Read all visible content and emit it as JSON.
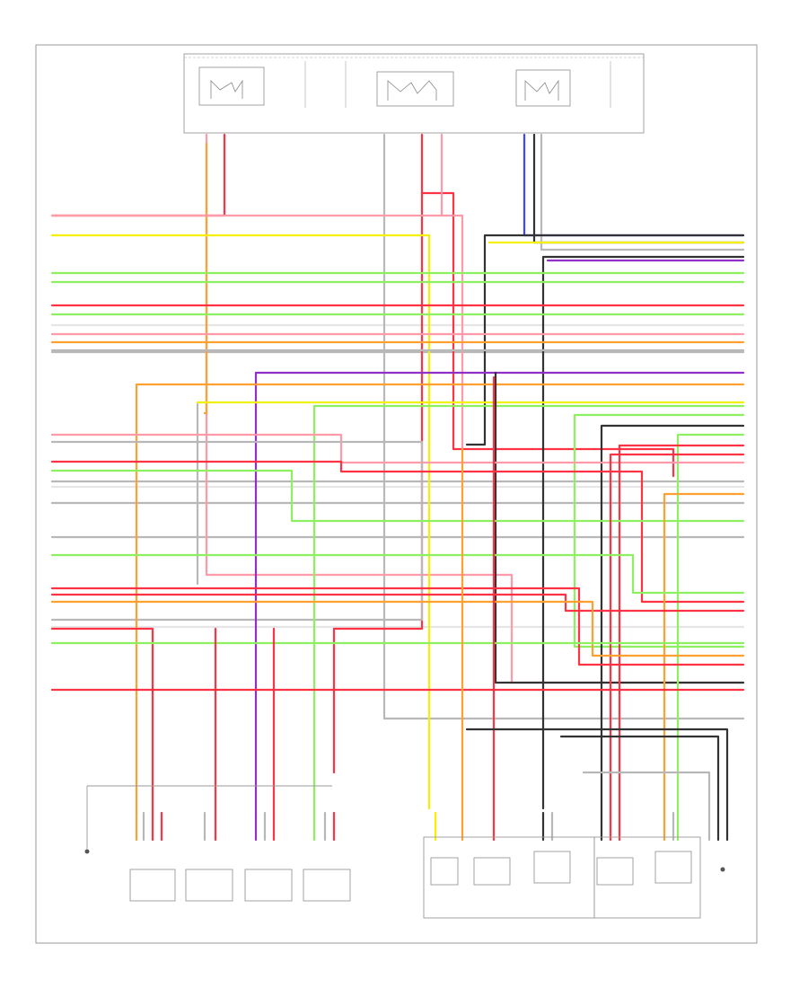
{
  "footer_code": "",
  "colors": {
    "red": "#ff3344",
    "pink": "#ff9aa8",
    "yellow": "#f4f000",
    "orange": "#ffa030",
    "green": "#8cf060",
    "purple": "#9030c8",
    "blue": "#3a46ff",
    "black": "#333333",
    "gray": "#b8b8b8",
    "white": "#e6e6e6"
  },
  "relay_box": {
    "title_segments": [
      "",
      "",
      ""
    ],
    "relays": [
      {
        "label": ""
      },
      {
        "label": ""
      },
      {
        "label": ""
      }
    ]
  },
  "left_rows": [
    {
      "label": "",
      "color": "red"
    },
    {
      "label": "",
      "color": "pink"
    },
    {
      "label": "",
      "color": "yellow"
    },
    {
      "label": "",
      "color": "green"
    },
    {
      "label": "",
      "color": "green"
    },
    {
      "label": "",
      "color": "red"
    },
    {
      "label": "",
      "color": "green"
    },
    {
      "label": "",
      "color": "pink"
    },
    {
      "label": "",
      "color": "orange"
    },
    {
      "label": "",
      "color": "gray"
    },
    {
      "label": "",
      "color": "pink"
    },
    {
      "label": "",
      "color": "gray"
    },
    {
      "label": "",
      "color": "red"
    },
    {
      "label": "",
      "color": "green"
    },
    {
      "label": "",
      "color": "gray"
    },
    {
      "label": "",
      "color": "gray"
    },
    {
      "label": "",
      "color": "gray"
    },
    {
      "label": "",
      "color": "green"
    },
    {
      "label": "",
      "color": "pink"
    },
    {
      "label": "",
      "color": "red"
    },
    {
      "label": "",
      "color": "orange"
    },
    {
      "label": "",
      "color": "gray"
    },
    {
      "label": "",
      "color": "gray"
    },
    {
      "label": "",
      "color": "red"
    },
    {
      "label": "",
      "color": "green"
    },
    {
      "label": "",
      "color": "red"
    }
  ],
  "right_rows": [
    {
      "label": "",
      "color": "black"
    },
    {
      "label": "",
      "color": "yellow"
    },
    {
      "label": "",
      "color": "black"
    },
    {
      "label": "",
      "color": "purple"
    },
    {
      "label": "",
      "color": "green"
    },
    {
      "label": "",
      "color": "green"
    },
    {
      "label": "",
      "color": "red"
    },
    {
      "label": "",
      "color": "green"
    },
    {
      "label": "",
      "color": "red"
    },
    {
      "label": "",
      "color": "orange"
    },
    {
      "label": "",
      "color": "gray"
    },
    {
      "label": "",
      "color": "purple"
    },
    {
      "label": "",
      "color": "orange"
    },
    {
      "label": "",
      "color": "yellow"
    },
    {
      "label": "",
      "color": "green"
    },
    {
      "label": "",
      "color": "black"
    },
    {
      "label": "",
      "color": "red"
    },
    {
      "label": "",
      "color": "red"
    },
    {
      "label": "",
      "color": "red"
    },
    {
      "label": "",
      "color": "red"
    },
    {
      "label": "",
      "color": "gray"
    },
    {
      "label": "",
      "color": "orange"
    },
    {
      "label": "",
      "color": "gray"
    },
    {
      "label": "",
      "color": "yellow"
    },
    {
      "label": "",
      "color": "black"
    },
    {
      "label": "",
      "color": "gray"
    },
    {
      "label": "",
      "color": "green"
    },
    {
      "label": "",
      "color": "red"
    },
    {
      "label": "",
      "color": "gray"
    },
    {
      "label": "",
      "color": "green"
    },
    {
      "label": "",
      "color": "red"
    },
    {
      "label": "",
      "color": "red"
    },
    {
      "label": "",
      "color": "red"
    },
    {
      "label": "",
      "color": "red"
    },
    {
      "label": "",
      "color": "gray"
    }
  ],
  "bottom_components": [
    {
      "label": ""
    },
    {
      "label": ""
    },
    {
      "label": ""
    },
    {
      "label": ""
    },
    {
      "label": ""
    },
    {
      "label": ""
    },
    {
      "label": ""
    },
    {
      "label": ""
    },
    {
      "label": ""
    },
    {
      "label": ""
    },
    {
      "label": ""
    }
  ],
  "group_labels": [
    {
      "label": ""
    },
    {
      "label": ""
    }
  ]
}
